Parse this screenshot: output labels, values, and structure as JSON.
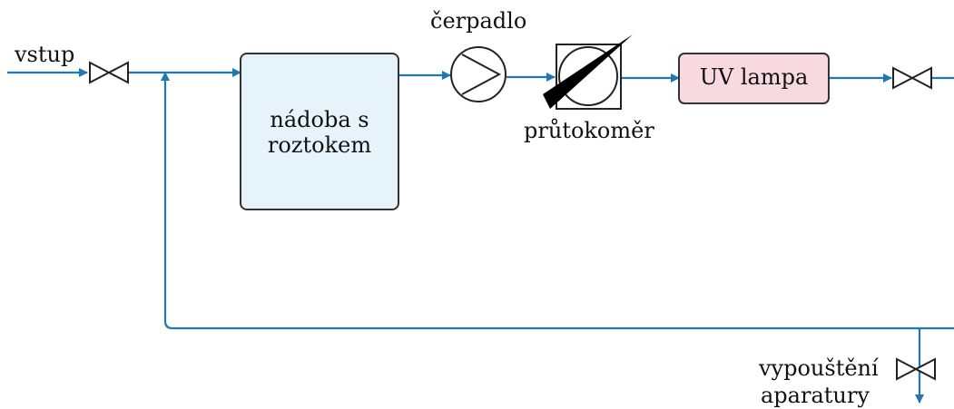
{
  "labels": {
    "inlet": "vstup",
    "vessel": "nádoba s roztokem",
    "pump": "čerpadlo",
    "flowmeter": "průtokoměr",
    "uv_lamp": "UV lampa",
    "drain_line1": "vypouštění",
    "drain_line2": "aparatury"
  },
  "colors": {
    "pipe": "#1f78b4",
    "vessel_fill": "#e6f3fb",
    "lamp_fill": "#f9d9e0",
    "outline": "#222222"
  }
}
